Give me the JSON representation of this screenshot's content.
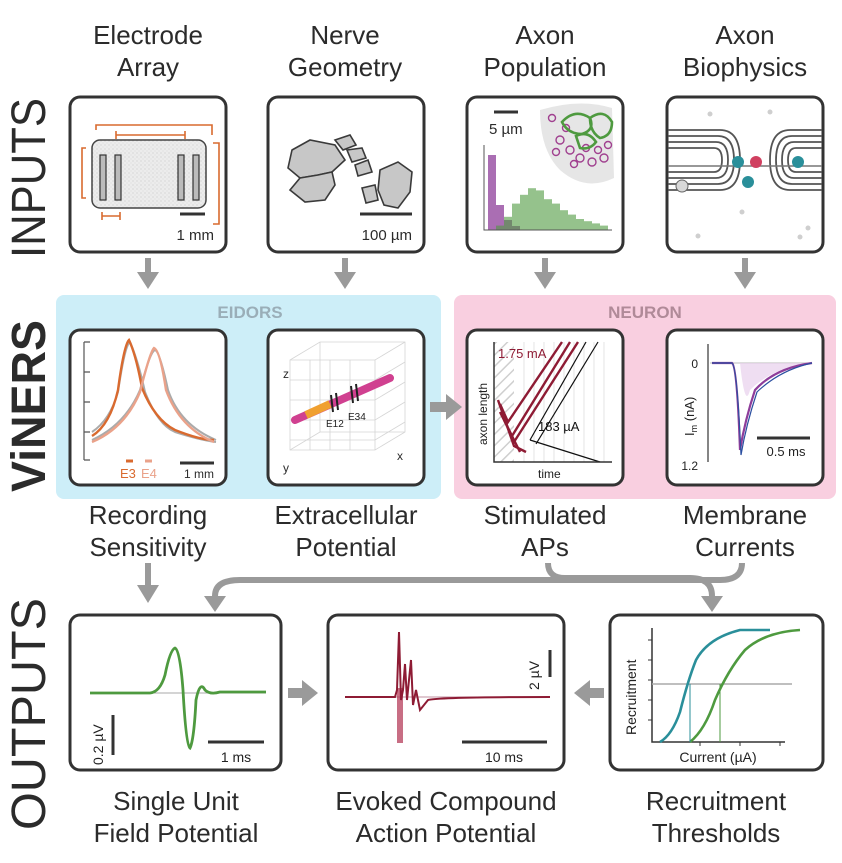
{
  "colors": {
    "eidors_bg": "#cdeef8",
    "neuron_bg": "#f9cfe0",
    "arrow": "#9a9a9a",
    "orange": "#d96a2f",
    "salmon": "#eaa28a",
    "green": "#4e9a3f",
    "purple": "#8e3d9a",
    "teal": "#2a8f9a",
    "crimson": "#8e1b34"
  },
  "row_labels": {
    "inputs": "INPUTS",
    "viners": "ViNERS",
    "outputs": "OUTPUTS"
  },
  "inputs": {
    "electrode_array": {
      "title_line1": "Electrode",
      "title_line2": "Array",
      "scale": "1 mm"
    },
    "nerve_geometry": {
      "title_line1": "Nerve",
      "title_line2": "Geometry",
      "scale": "100 µm"
    },
    "axon_population": {
      "title_line1": "Axon",
      "title_line2": "Population",
      "scale": "5 µm"
    },
    "axon_biophysics": {
      "title_line1": "Axon",
      "title_line2": "Biophysics"
    }
  },
  "viners": {
    "eidors_label": "EIDORS",
    "neuron_label": "NEURON",
    "recording_sensitivity": {
      "legend_e3": "E3",
      "legend_e4": "E4",
      "scale": "1 mm",
      "caption_line1": "Recording",
      "caption_line2": "Sensitivity"
    },
    "extracellular_potential": {
      "axis_z": "z",
      "axis_y": "y",
      "axis_x": "x",
      "label_e12": "E12",
      "label_e34": "E34",
      "caption_line1": "Extracellular",
      "caption_line2": "Potential"
    },
    "stimulated_aps": {
      "high_current": "1.75 mA",
      "low_current": "183 µA",
      "ylabel": "axon length",
      "xlabel": "time",
      "caption_line1": "Stimulated",
      "caption_line2": "APs"
    },
    "membrane_currents": {
      "tick_0": "0",
      "tick_1_2": "1.2",
      "ylabel_main": "I",
      "ylabel_sub": "m",
      "ylabel_unit": " (nA)",
      "scale": "0.5 ms",
      "caption_line1": "Membrane",
      "caption_line2": "Currents"
    }
  },
  "outputs": {
    "single_unit": {
      "scale_v": "0.2 µV",
      "scale_t": "1 ms",
      "caption_line1": "Single Unit",
      "caption_line2": "Field Potential"
    },
    "ecap": {
      "scale_v": "2 µV",
      "scale_t": "10 ms",
      "caption_line1": "Evoked Compound",
      "caption_line2": "Action Potential"
    },
    "recruitment": {
      "ylabel": "Recruitment",
      "xlabel": "Current (µA)",
      "caption_line1": "Recruitment",
      "caption_line2": "Thresholds"
    }
  }
}
